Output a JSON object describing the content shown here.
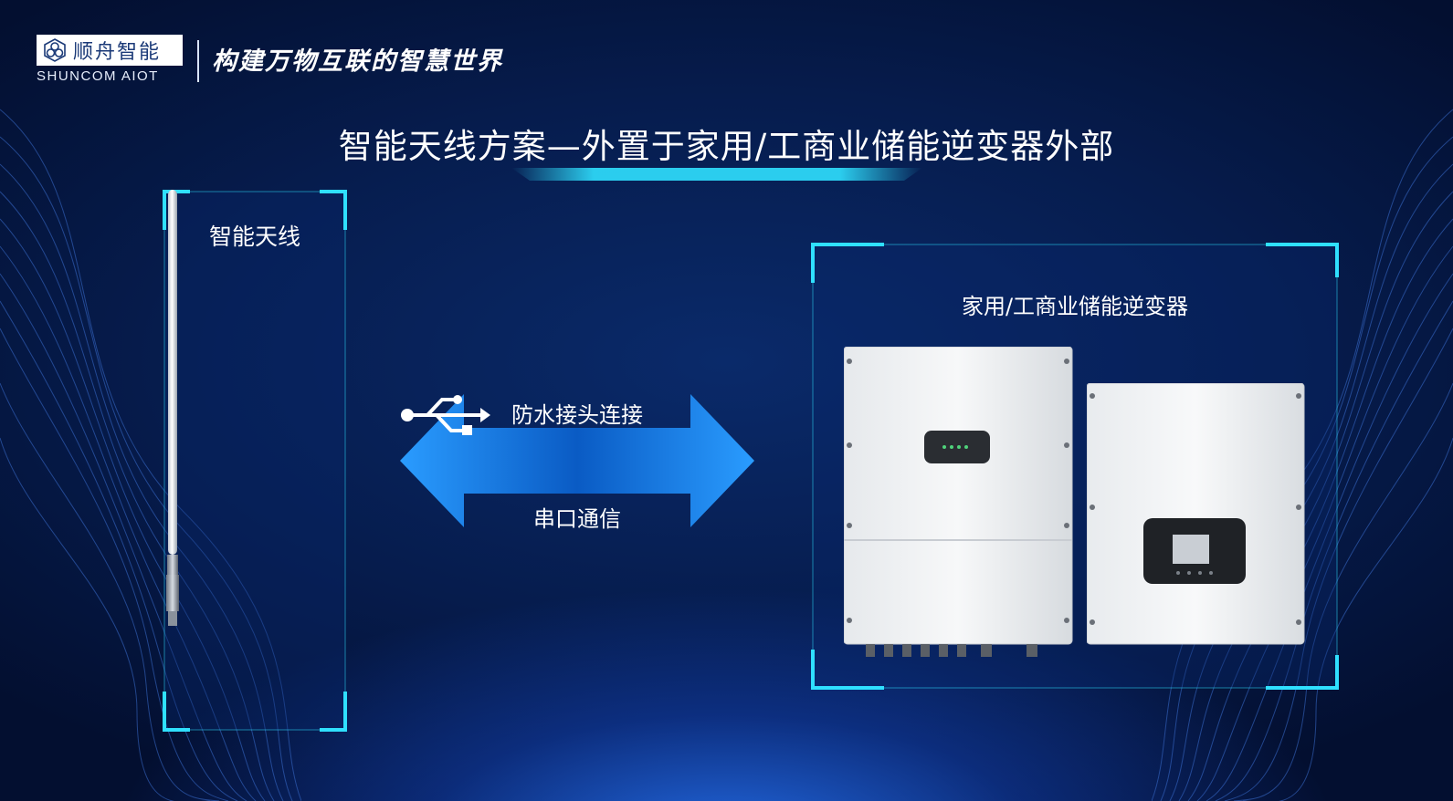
{
  "header": {
    "logo_cn": "顺舟智能",
    "logo_en": "SHUNCOM AIOT",
    "slogan": "构建万物互联的智慧世界"
  },
  "title": "智能天线方案—外置于家用/工商业储能逆变器外部",
  "antenna_panel": {
    "label": "智能天线"
  },
  "connection": {
    "top_label": "防水接头连接",
    "bottom_label": "串口通信",
    "icon": "usb-icon"
  },
  "inverter_panel": {
    "label": "家用/工商业储能逆变器"
  },
  "colors": {
    "accent_cyan": "#2fe0ff",
    "background": "#061c4d",
    "arrow_blue": "#1a8ee8"
  }
}
